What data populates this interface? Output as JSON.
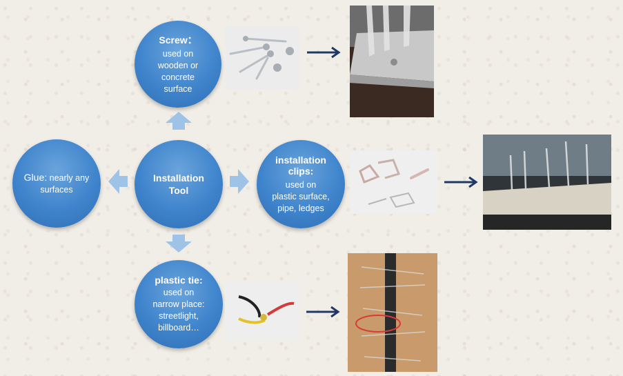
{
  "center": {
    "label": "Installation Tool"
  },
  "glue": {
    "title": "Glue:",
    "desc": "nearly any surfaces"
  },
  "screw": {
    "title": "Screw：",
    "desc_lines": [
      "used on",
      "wooden or",
      "concrete",
      "surface"
    ]
  },
  "clips": {
    "title_lines": [
      "installation",
      "clips:"
    ],
    "desc_lines": [
      "used on",
      "plastic surface,",
      "pipe, ledges"
    ]
  },
  "tie": {
    "title": "plastic tie:",
    "desc_lines": [
      "used on",
      "narrow place:",
      "streetlight,",
      "billboard…"
    ]
  },
  "colors": {
    "circle": "#3f84cc",
    "connector": "#9ec3e6",
    "pointer": "#1f3864"
  }
}
